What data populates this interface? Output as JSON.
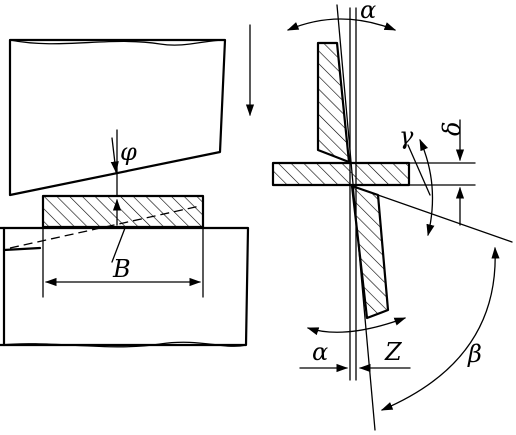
{
  "labels": {
    "phi": "φ",
    "B": "B",
    "alpha_top": "α",
    "gamma": "γ",
    "delta": "δ",
    "alpha_bottom": "α",
    "Z": "Z",
    "beta": "β"
  }
}
